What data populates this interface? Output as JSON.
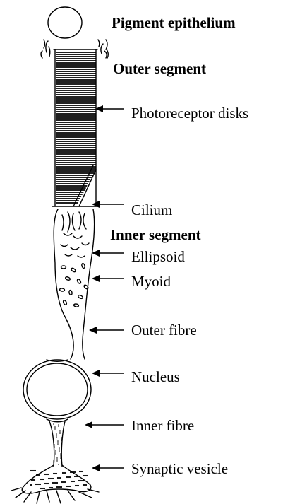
{
  "header_labels": {
    "pigment_epithelium": "Pigment epithelium",
    "outer_segment": "Outer segment",
    "inner_segment": "Inner segment"
  },
  "callouts": {
    "photoreceptor_disks": "Photoreceptor disks",
    "cilium": "Cilium",
    "ellipsoid": "Ellipsoid",
    "myoid": "Myoid",
    "outer_fibre": "Outer fibre",
    "nucleus": "Nucleus",
    "inner_fibre": "Inner fibre",
    "synaptic_vesicle": "Synaptic vesicle"
  },
  "colors": {
    "ink": "#000000",
    "paper": "#ffffff"
  }
}
